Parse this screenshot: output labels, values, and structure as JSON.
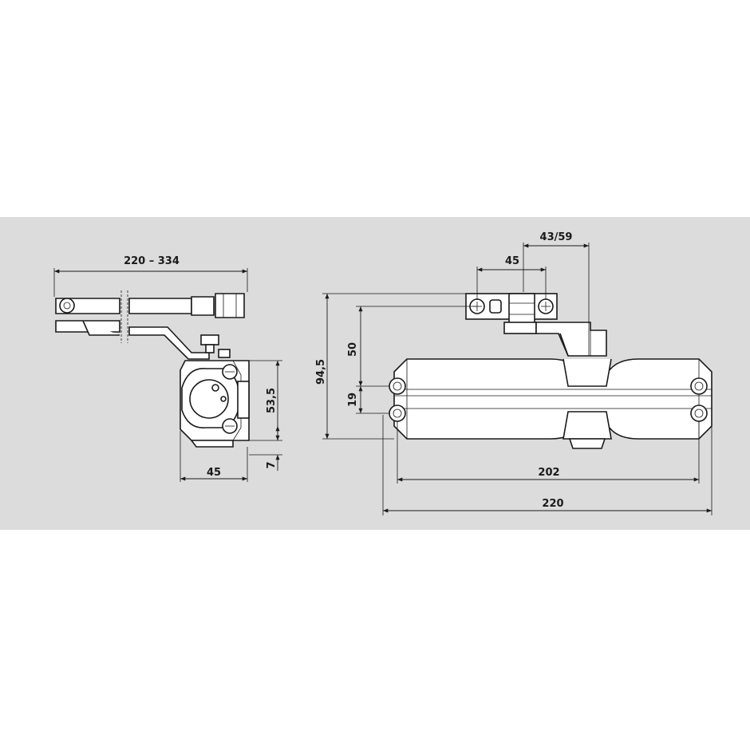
{
  "colors": {
    "band": "#dcdcdc",
    "line": "#1a1a1a",
    "part": "#ffffff"
  },
  "dimensions": {
    "arm_span": "220 – 334",
    "side_height": "53,5",
    "side_width": "45",
    "side_offset": "7",
    "total_height": "94,5",
    "arm_height": "50",
    "hole_spacing_v": "19",
    "bracket_width": "45",
    "bracket_range": "43/59",
    "hole_spacing_h": "202",
    "body_length": "220"
  }
}
